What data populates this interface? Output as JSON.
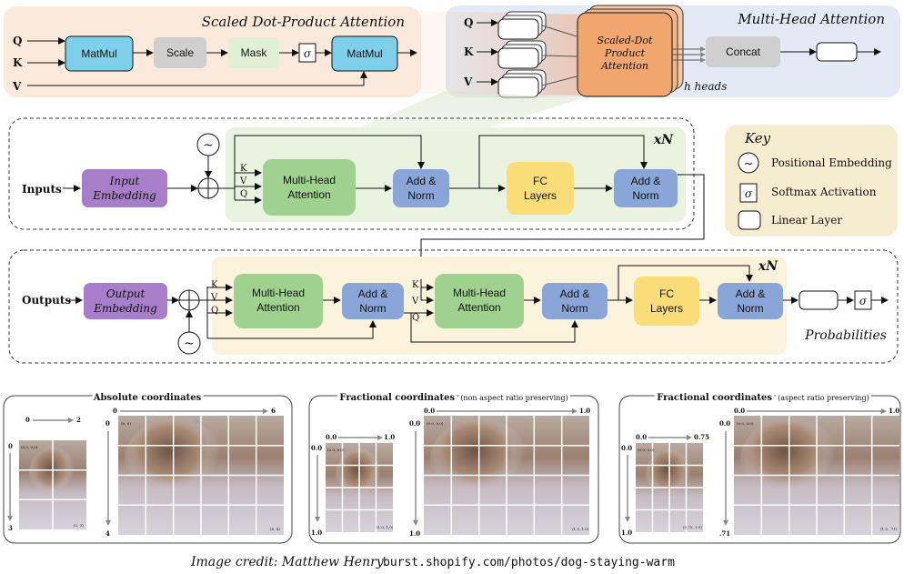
{
  "sdpa": {
    "title": "Scaled Dot-Product Attention",
    "inputs": [
      "Q",
      "K",
      "V"
    ],
    "matmul1": "MatMul",
    "scale": "Scale",
    "mask": "Mask",
    "sigma": "σ",
    "matmul2": "MatMul"
  },
  "mha": {
    "title": "Multi-Head Attention",
    "inputs": [
      "Q",
      "K",
      "V"
    ],
    "block": [
      "Scaled-Dot",
      "Product",
      "Attention"
    ],
    "concat": "Concat",
    "heads": "h heads"
  },
  "encoder": {
    "inputs_label": "Inputs",
    "embedding": [
      "Input",
      "Embedding"
    ],
    "pos": "~",
    "kvq": [
      "K",
      "V",
      "Q"
    ],
    "mha": [
      "Multi-Head",
      "Attention"
    ],
    "addnorm1": [
      "Add &",
      "Norm"
    ],
    "fc": [
      "FC",
      "Layers"
    ],
    "addnorm2": [
      "Add &",
      "Norm"
    ],
    "repeat": "xN"
  },
  "key": {
    "title": "Key",
    "items": [
      {
        "glyph": "~",
        "label": "Positional Embedding"
      },
      {
        "glyph": "σ",
        "label": "Softmax Activation"
      },
      {
        "glyph": "",
        "label": "Linear Layer"
      }
    ]
  },
  "decoder": {
    "outputs_label": "Outputs",
    "embedding": [
      "Output",
      "Embedding"
    ],
    "pos": "~",
    "kvq1": [
      "K",
      "V",
      "Q"
    ],
    "mha1": [
      "Multi-Head",
      "Attention"
    ],
    "addnorm1": [
      "Add &",
      "Norm"
    ],
    "kvq2": [
      "K",
      "V",
      "Q"
    ],
    "mha2": [
      "Multi-Head",
      "Attention"
    ],
    "addnorm2": [
      "Add &",
      "Norm"
    ],
    "fc": [
      "FC",
      "Layers"
    ],
    "addnorm3": [
      "Add &",
      "Norm"
    ],
    "repeat": "xN",
    "sigma": "σ",
    "probabilities": "Probabilities"
  },
  "coords": {
    "absolute": {
      "title": "Absolute coordinates",
      "small_x": [
        "0",
        "2"
      ],
      "small_y": [
        "0",
        "3"
      ],
      "small_corners": [
        "(0,0, 0,0)",
        "(2, 3)"
      ],
      "large_x": [
        "0",
        "6"
      ],
      "large_y": [
        "0",
        "4"
      ],
      "large_corners": [
        "(0, 0)",
        "(6, 4)"
      ]
    },
    "fractional": {
      "title": "Fractional coordinates",
      "subtitle": "(non aspect ratio preserving)",
      "small_x": [
        "0.0",
        "1.0"
      ],
      "small_y": [
        "0.0",
        "1.0"
      ],
      "small_corners": [
        "(0.0, 0.0)",
        "(1.0, 1.0)"
      ],
      "large_x": [
        "0.0",
        "1.0"
      ],
      "large_y": [
        "0.0",
        "1.0"
      ],
      "large_corners": [
        "(0.0, 0.0)",
        "(1.0, 1.0)"
      ]
    },
    "aspect": {
      "title": "Fractional coordinates",
      "subtitle": "(aspect ratio preserving)",
      "small_x": [
        "0.0",
        "0.75"
      ],
      "small_y": [
        "0.0",
        "1.0"
      ],
      "small_corners": [
        "(0.0, 0.0)",
        "(0.75, 1.0)"
      ],
      "large_x": [
        "0.0",
        "1.0"
      ],
      "large_y": [
        "0.0",
        ".71"
      ],
      "large_corners": [
        "(0.0, 0.0)",
        "(1.0, .71)"
      ]
    }
  },
  "credit": {
    "text": "Image credit: Matthew Henry",
    "url": "burst.shopify.com/photos/dog-staying-warm"
  },
  "colors": {
    "sdpa_bg": "#fbe9dc",
    "mha_bg": "#e3eaf6",
    "encoder_green": "#eaf3e0",
    "decoder_yellow": "#fbf3dc",
    "key_bg": "#f6ecd0",
    "blue": "#7ed0ea",
    "gray": "#cfcfcf",
    "lightgreen": "#dff0d4",
    "purple": "#a87ecb",
    "green": "#9fd28e",
    "norm": "#8aa6d8",
    "yellow": "#f8dd79",
    "orange": "#f0a66e"
  }
}
